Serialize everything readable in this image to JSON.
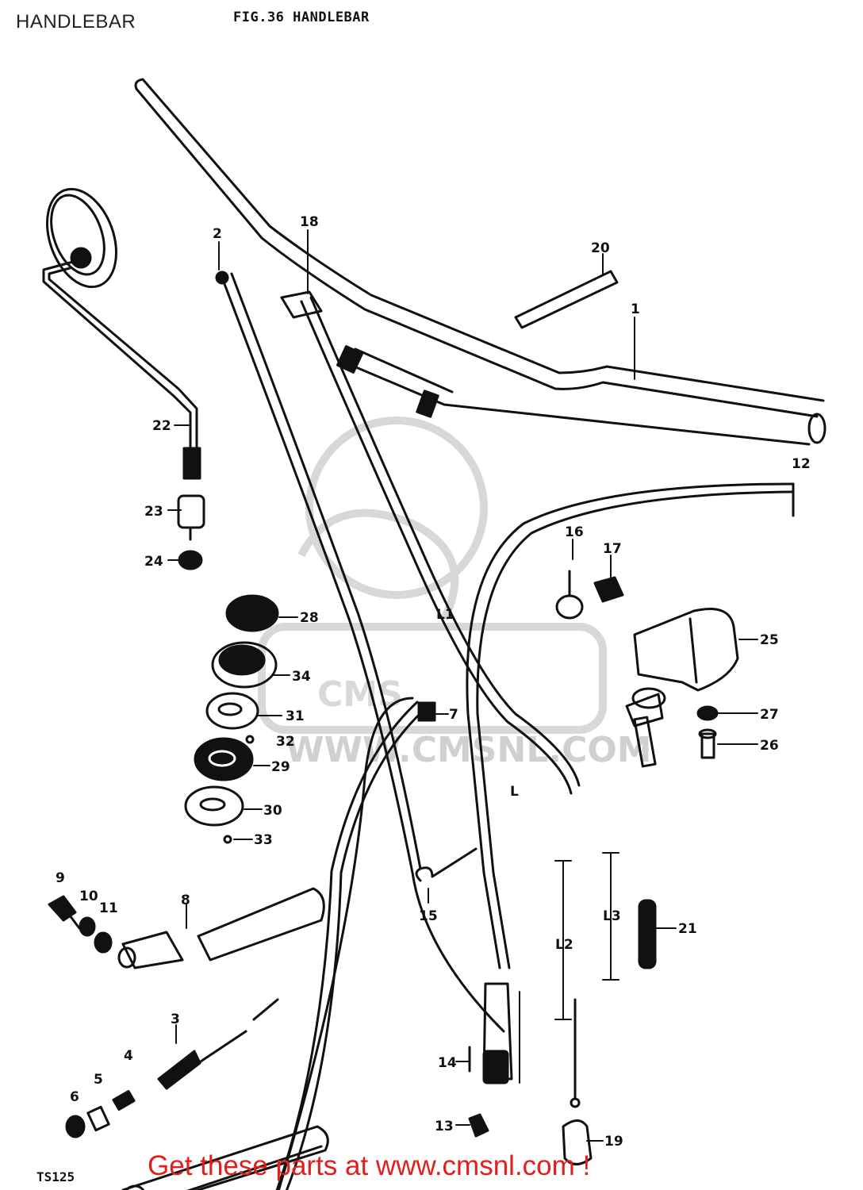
{
  "header": {
    "page_title": "HANDLEBAR",
    "figure_title": "FIG.36  HANDLEBAR"
  },
  "footer": {
    "model_code": "TS125",
    "promo_text": "Get these parts at www.cmsnl.com !"
  },
  "watermark": {
    "brand": "CMS",
    "url": "WWW.CMSNL.COM",
    "color": "#d8d8d8"
  },
  "colors": {
    "line": "#111111",
    "promo": "#e0201c"
  },
  "part_labels": [
    "1",
    "2",
    "3",
    "4",
    "5",
    "6",
    "7",
    "8",
    "9",
    "10",
    "11",
    "12",
    "13",
    "14",
    "15",
    "16",
    "17",
    "18",
    "19",
    "20",
    "21",
    "22",
    "23",
    "24",
    "25",
    "26",
    "27",
    "28",
    "29",
    "30",
    "31",
    "32",
    "33",
    "34"
  ],
  "cable_labels": [
    "L",
    "L1",
    "L2",
    "L3"
  ]
}
